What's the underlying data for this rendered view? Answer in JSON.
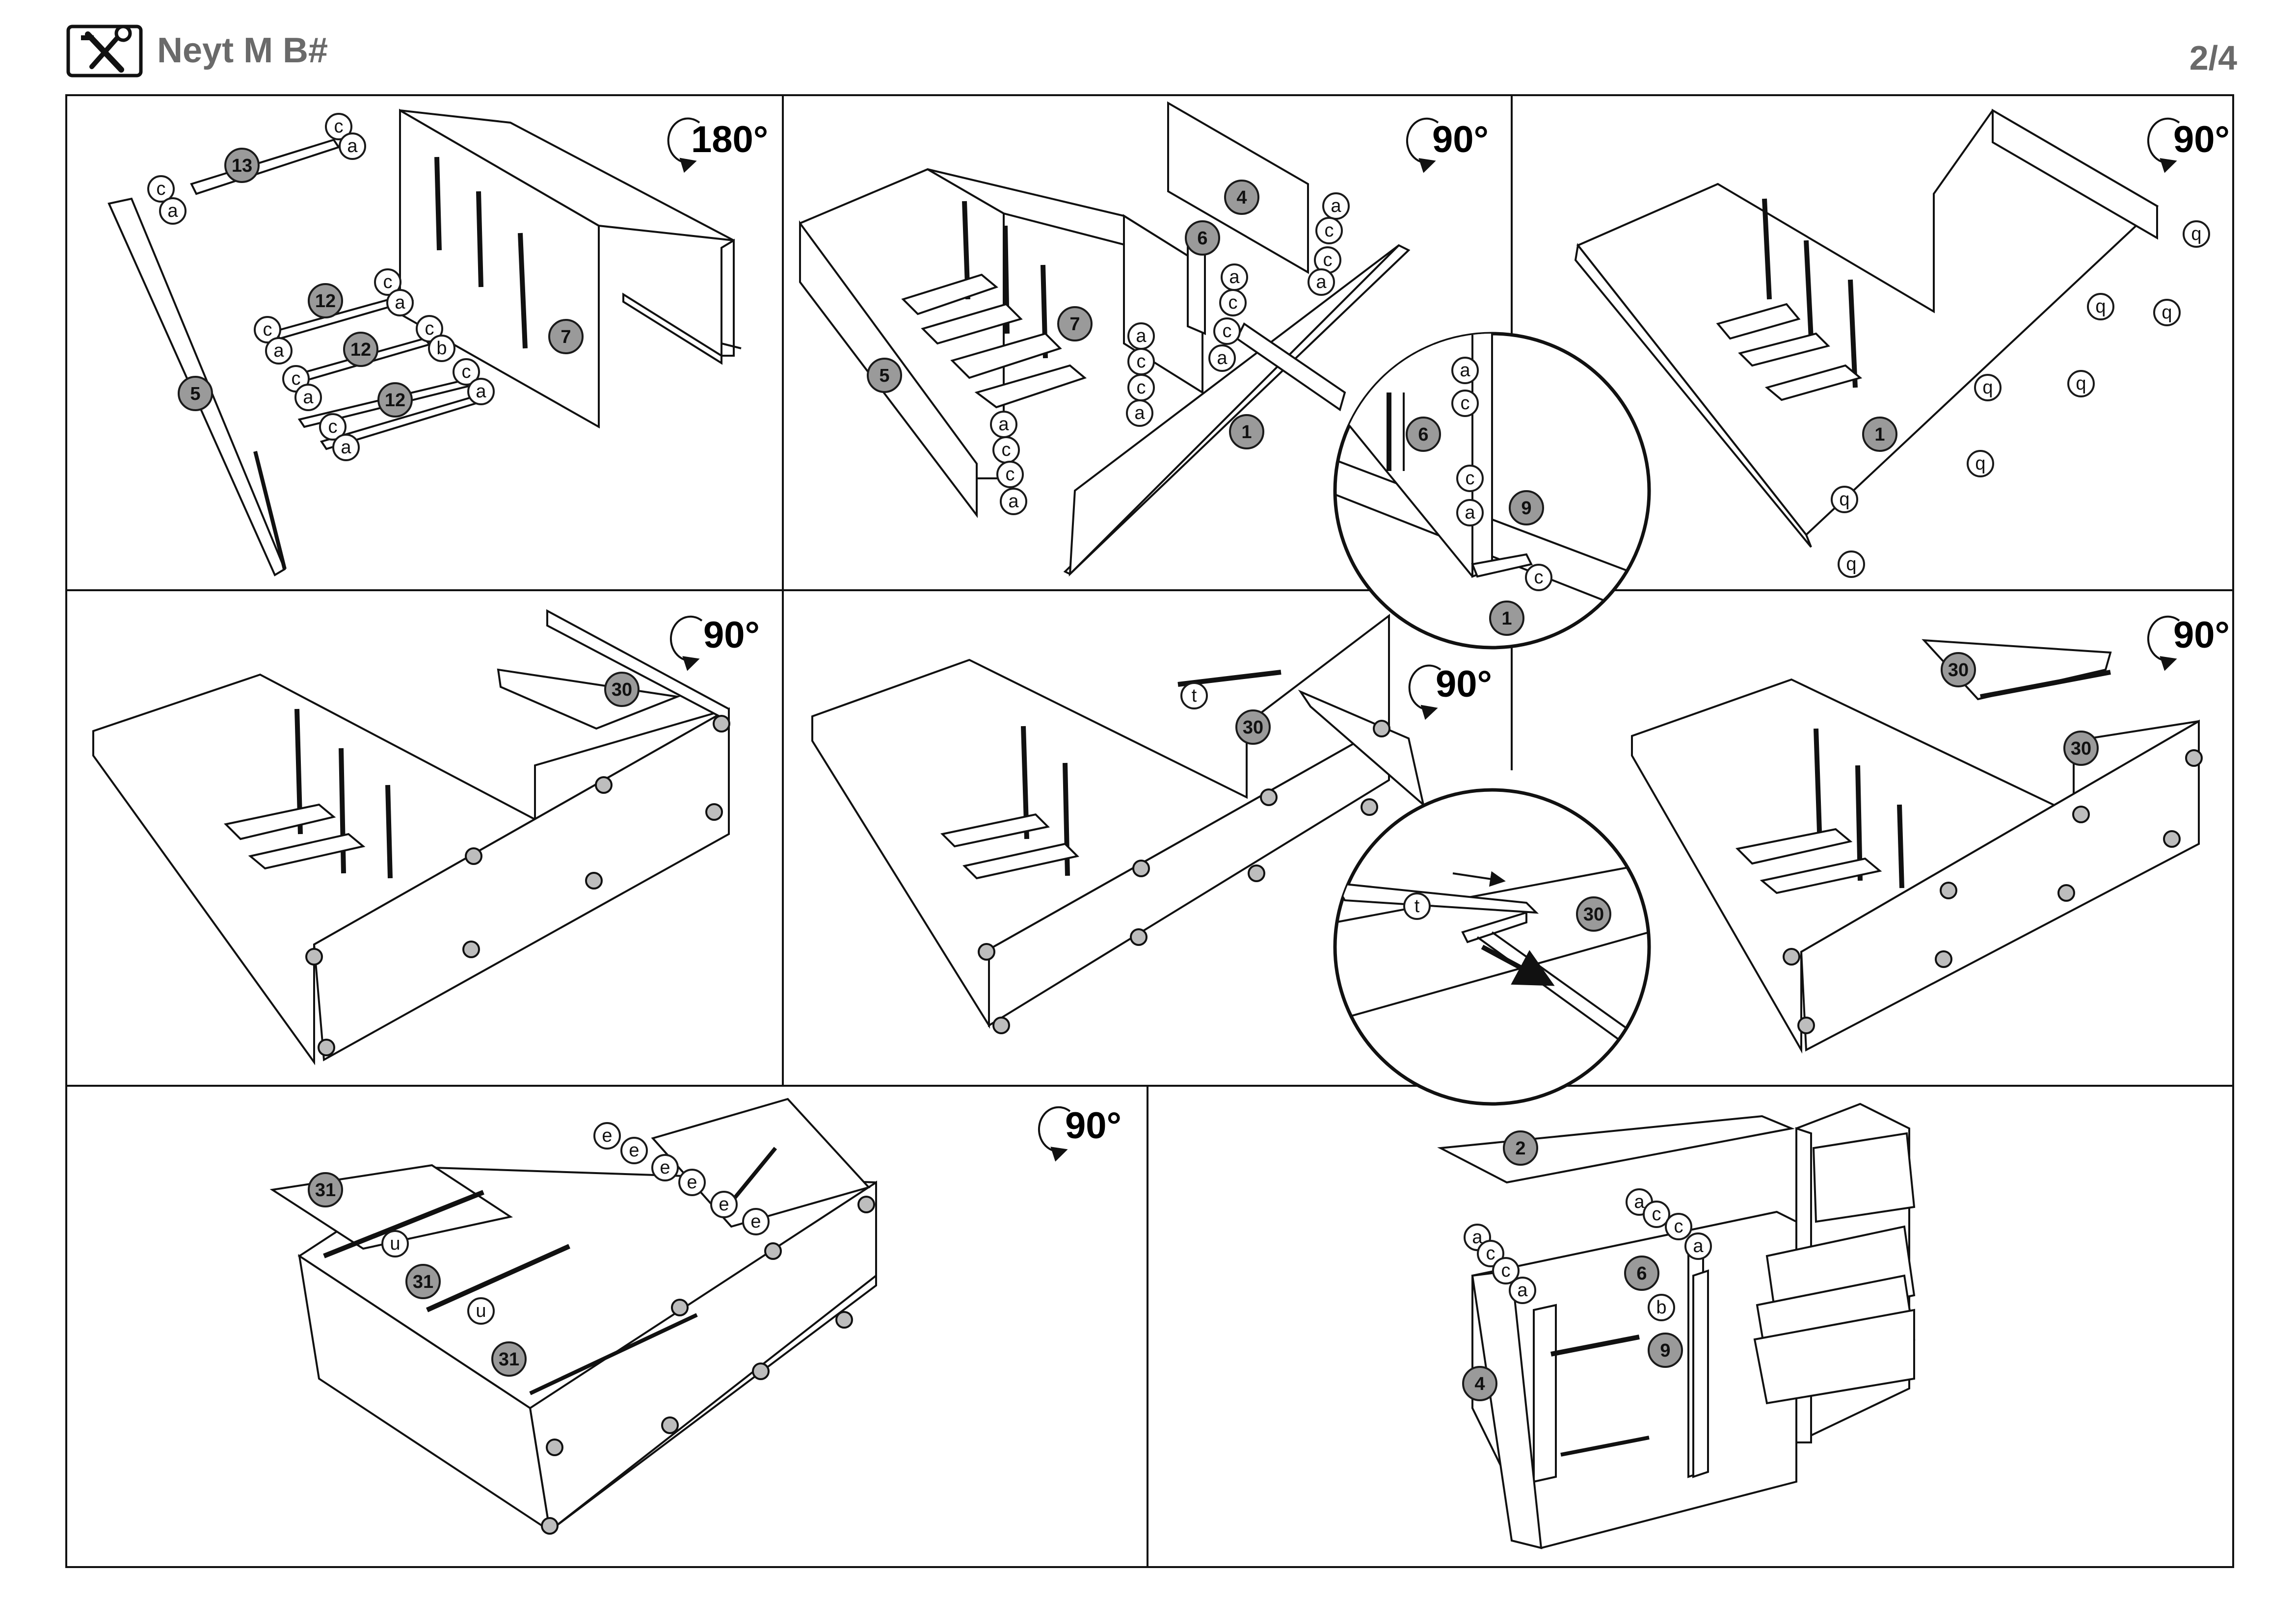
{
  "header": {
    "title": "Neyt M B#",
    "page": "2/4",
    "icon": "tools-icon"
  },
  "rotations": {
    "step1": "180°",
    "step2": "90°",
    "step3": "90°",
    "step4": "90°",
    "step5": "90°",
    "step6": "90°",
    "step7": "90°"
  },
  "parts": {
    "p1": "1",
    "p2": "2",
    "p4": "4",
    "p5": "5",
    "p6": "6",
    "p7": "7",
    "p9": "9",
    "p12": "12",
    "p13": "13",
    "p30": "30",
    "p31": "31"
  },
  "hardware": {
    "a": "a",
    "b": "b",
    "c": "c",
    "e": "e",
    "q": "q",
    "t": "t",
    "u": "u"
  },
  "colors": {
    "part_badge": "#9a9a9a",
    "line": "#1a1a1a"
  }
}
